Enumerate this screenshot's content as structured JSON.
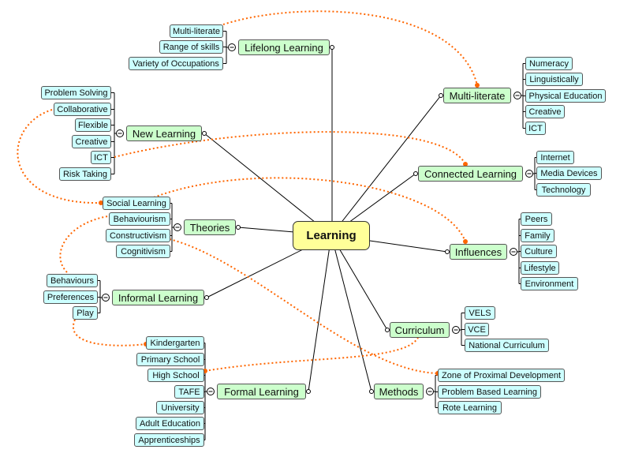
{
  "central": {
    "id": "learning",
    "label": "Learning"
  },
  "topics": [
    {
      "id": "lifelong",
      "label": "Lifelong Learning",
      "children": [
        "Multi-literate",
        "Range of skills",
        "Variety of Occupations"
      ]
    },
    {
      "id": "newlearning",
      "label": "New Learning",
      "children": [
        "Problem Solving",
        "Collaborative",
        "Flexible",
        "Creative",
        "ICT",
        "Risk Taking"
      ]
    },
    {
      "id": "theories",
      "label": "Theories",
      "children": [
        "Social Learning",
        "Behaviourism",
        "Constructivism",
        "Cognitivism"
      ]
    },
    {
      "id": "informal",
      "label": "Informal Learning",
      "children": [
        "Behaviours",
        "Preferences",
        "Play"
      ]
    },
    {
      "id": "formal",
      "label": "Formal Learning",
      "children": [
        "Kindergarten",
        "Primary School",
        "High School",
        "TAFE",
        "University",
        "Adult Education",
        "Apprenticeships"
      ]
    },
    {
      "id": "multiliterate",
      "label": "Multi-literate",
      "children": [
        "Numeracy",
        "Linguistically",
        "Physical Education",
        "Creative",
        "ICT"
      ]
    },
    {
      "id": "connected",
      "label": "Connected Learning",
      "children": [
        "Internet",
        "Media Devices",
        "Technology"
      ]
    },
    {
      "id": "influences",
      "label": "Influences",
      "children": [
        "Peers",
        "Family",
        "Culture",
        "Lifestyle",
        "Environment"
      ]
    },
    {
      "id": "curriculum",
      "label": "Curriculum",
      "children": [
        "VELS",
        "VCE",
        "National Curriculum"
      ]
    },
    {
      "id": "methods",
      "label": "Methods",
      "children": [
        "Zone of Proximal Development",
        "Problem Based Learning",
        "Rote Learning"
      ]
    }
  ],
  "colors": {
    "central": "#ffff99",
    "topic": "#ccffcc",
    "leaf": "#ccffff",
    "relationship": "#ff6600"
  }
}
